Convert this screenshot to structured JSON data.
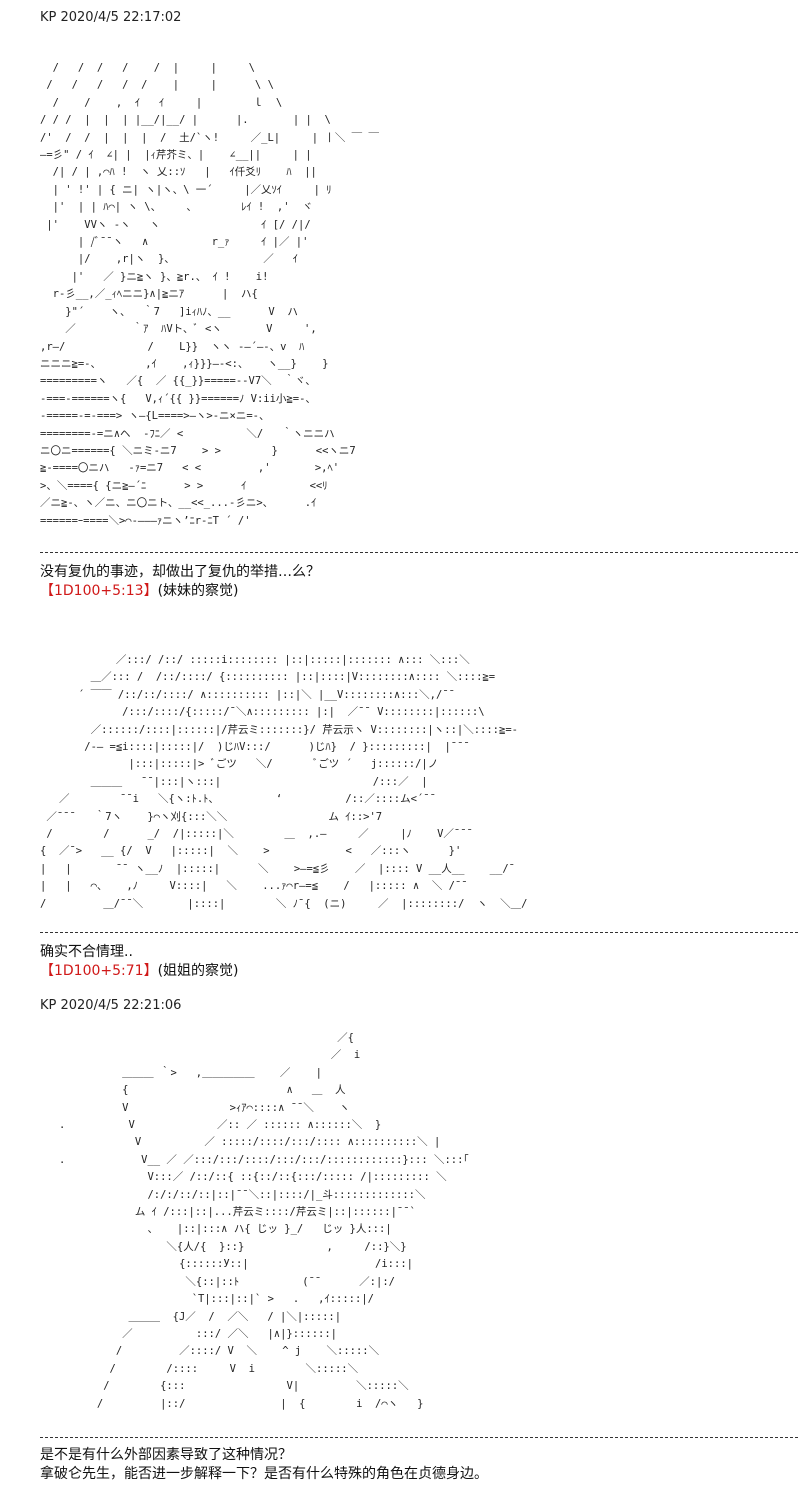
{
  "post1": {
    "header": "KP 2020/4/5 22:17:02",
    "art_lines": [
      "  /   /  /   /    /  |     |     \\",
      " /   /   /   /  /    |     |      \\ \\",
      "  /    /    ,  ｲ   ｲ     |        ｌ  \\",
      "/ / /  |  |  | |__/|__/ |      |.       | |  \\",
      "/'  /  /  |  |  |  /  土/`ヽ!     ／_L|     | 丨＼ ￣ ￣",
      "—=彡\" / ｲ  ∠| |  |ｨ芹芥ミ、|    ∠__||     | |",
      "  /| / | ,⌒ﾊ !  ヽ 乂::ｿ   |   ｲ仟爻ﾘ    ﾊ  ||",
      "  | ' !' | { ニ| ヽ|ヽ、\\ 一´     |／乂ｿｲ     | ﾘ",
      "  |'  | | ﾊ⌒| ヽ \\、    、       ﾚｲ !  ,'  ヾ",
      " |'    VVヽ ‐ヽ   ヽ                ｲ [/ /|/",
      "      | /ﾞ¯¯ヽ   ∧          r_ｧ     ｲ |／ |'",
      "      |/    ,r|ヽ  }、              ／   ｲ",
      "     |'   ／ }ニ≧ヽ }、≧r.、 ｲ !    i!",
      "  r‐彡__,／_ｨﾍニニ}∧|≧ニｱ      |  ハ{",
      "    }\"´    ヽ、  ｀7   ]iｨﾊﾉ、__      V  ハ",
      "    ／         ｀ｱ  ﾊVト、ﾞ <ヽ       V     ',",
      ",r—/             /    L}}  ヽヽ ‐—´—-、v  ﾊ",
      "ニニニ≧=-、       ,ｲ    ,ｨ}}}—‐<:、   ヽ__}    }",
      "=========ヽ   ／{  ／ {{_}}=====--V7＼  ｀ヾ、",
      "-===-======ヽ{   V,ｨ´{{ }}======ﾉ V:ii小≧=-、",
      "-=====-=-===> ヽ—{L====>—ヽ>-ニ×ニ=-、",
      "========-=ニ∧ヘ  ‐ﾌﾆ／ <          ＼/   ｀ヽニニハ",
      "ニ〇ニ======{ ＼ニミ-ニ7    > >        }      <<ヽニ7",
      "≧-====〇ニハ   ‐ｧ=ニ7   < <         ,'       >,ﾍ'",
      ">、＼===={ {ニ≧—´ﾆ      > >      ｲ          <<ﾘ",
      "／ニ≧-、ヽ／ニ、ニ〇ニト、__<<_...-彡ニ>、     .ｲ",
      "======ｰ====＼>⌒‐———ｧニヽ’ﾆr‐ﾆT ´ /'"
    ],
    "divider": "-",
    "text": "没有复仇的事迹，却做出了复仇的举措…么？",
    "dice_roll": "【1D100+5:13】",
    "dice_note": "(妹妹的察觉)"
  },
  "post2": {
    "art_lines": [
      "            ／:::/ /::/ :::::i:::::::: |::|:::::|::::::: ∧::: ＼:::＼",
      "        ＿／::: /  /::/::::/ {:::::::::: |::|::::|V::::::::∧:::: ＼::::≧=",
      "      ´ ￣￣ /::/::/::::/ ∧:::::::::: |::|＼ |__V::::::::∧:::＼,/¯¯",
      "             /:::/::::/{:::::/¯＼∧::::::::: |:|  ／¯¯ V::::::::|::::::\\",
      "        ／::::::/::::|::::::|/芹云ミ:::::::}/ 芹云示ヽ V::::::::|ヽ::|＼::::≧=-",
      "       /‐— =≦i::::|:::::|/  )じﾊV:::/      )じﾊ}  / }:::::::::|  |¯¯¯",
      "              |:::|:::::|> ﾞごツ   ＼/       ﾞごツ ´   j::::::/|ノ",
      "        ＿＿＿   ¯¯|:::|ヽ:::|                        /:::／  |",
      "   ／        ¯¯i   ＼{ヽ:ﾄ.ﾄ、         ‘          /::／::::ム<´¯¯",
      " ／¯¯¯   ｀7ヽ    }⌒ヽ刈{:::＼＼                ム ｲ::>'7",
      " /        /      _/  /|:::::|＼        ＿  ,.—     ／     |ﾉ    V／¯¯¯",
      "{  ／¯>   __ {/  V   |:::::|  ＼    >            <   ／:::ヽ      }'",
      "|   |       ¯¯ ヽ__ﾉ  |:::::|      ＼    >—=≦彡    ／  |:::: V __人__    __/¯",
      "|   |   ⌒、   ,ﾉ     V::::|   ＼    ...ｧ⌒r—=≦    /   |::::: ∧  ＼ /¯¯",
      "/         ＿/¯¯＼       |::::|        ＼ ﾉ¯{  (ニ)     ／  |::::::::/  ヽ  ＼＿/"
    ],
    "divider": "-",
    "text": "确实不合情理..",
    "dice_roll": "【1D100+5:71】",
    "dice_note": "(姐姐的察觉)"
  },
  "post3": {
    "header": "KP 2020/4/5 22:21:06",
    "art_lines": [
      "                                               ／{",
      "                                              ／  i",
      "             ＿＿＿ ｀>   ,＿＿＿＿＿    ／    |",
      "             {                         ∧   ＿  人",
      "             V                >ｨｱ⌒::::∧ ¯¯＼    ヽ",
      "   .          V             ／:: ／ :::::: ∧::::::＼  }",
      "               V          ／ :::::/::::/:::/:::: ∧::::::::::＼ |",
      "   .            V__ ／ ／:::/:::/::::/:::/:::/::::::::::::}::: ＼:::｢",
      "                 V:::／ /::/::{ ::{::/::{:::/::::: /|::::::::: ＼",
      "                 /:/:/::/::|::|¯¯＼::|::::/|_斗:::::::::::::＼",
      "               ム ｲ /:::|::|...芹云ミ::::/芹云ミ|::|::::::|¯¯`",
      "                 、   |::|:::∧ ハ{ じッ }_/   じッ }人:::|",
      "                    ＼{人/{  }::}             ,     /::}＼}",
      "                      {::::::У::|                    /i:::|",
      "                       ＼{::|::ﾄ          (¯¯      ／:|:/",
      "                        `T|:::|::|` >   .   ,ｲ:::::|/",
      "              ＿＿＿  {J／  /  ／＼   / |＼|:::::|",
      "             ／          :::/ ／＼   |∧|}::::::|",
      "            /         ／::::/ V  ＼    ^ j    ＼:::::＼",
      "           /        /::::     V  i        ＼:::::＼",
      "          /        {:::                V|         ＼:::::＼",
      "         /         |::/               |  {        i  /⌒ヽ   }"
    ],
    "divider": "-",
    "text_lines": [
      "是不是有什么外部因素导致了这种情况？",
      "拿破仑先生，能否进一步解释一下？是否有什么特殊的角色在贞德身边。"
    ]
  }
}
